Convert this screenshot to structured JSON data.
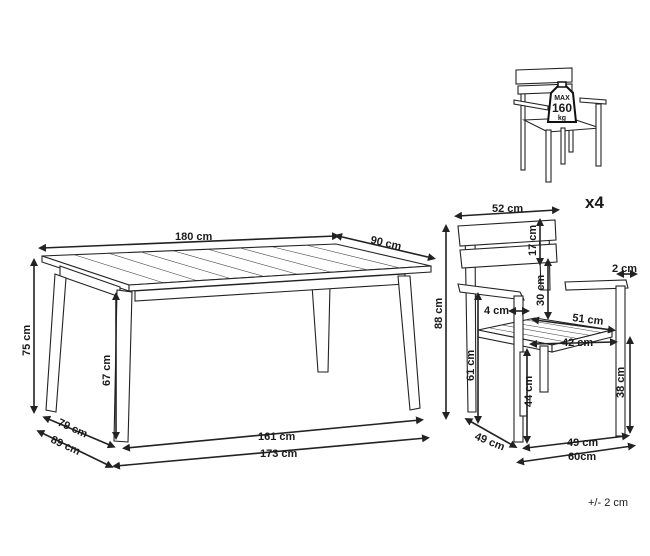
{
  "table": {
    "length": "180 cm",
    "width": "90 cm",
    "height": "75 cm",
    "leg_height": "67 cm",
    "leg_span_length": "161 cm",
    "leg_span_width": "79 cm",
    "base_length": "173 cm",
    "base_width": "89 cm"
  },
  "chair": {
    "back_width": "52 cm",
    "back_height": "17 cm",
    "back_gap": "30 cm",
    "armrest_width": "2 cm",
    "armrest_offset": "4 cm",
    "seat_depth": "51 cm",
    "seat_width": "42 cm",
    "total_height": "88 cm",
    "arm_height": "61 cm",
    "seat_height": "44 cm",
    "front_leg_height": "38 cm",
    "base_depth_side": "49 cm",
    "base_depth_front": "49 cm",
    "base_width": "60cm",
    "quantity": "x4"
  },
  "load_badge": {
    "label": "MAX",
    "value": "160",
    "unit": "kg"
  },
  "tolerance": "+/- 2 cm"
}
